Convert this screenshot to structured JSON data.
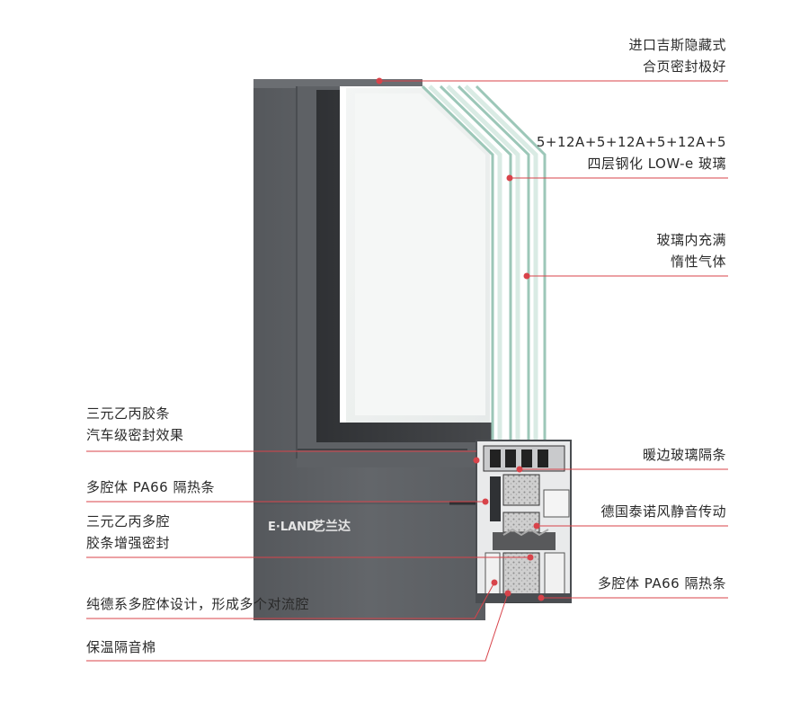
{
  "colors": {
    "frame": "#5f6266",
    "frame_dark": "#4a4d51",
    "frame_light": "#7a7d82",
    "glass": "#eef1f0",
    "glass_edge": "#9cc7b8",
    "accent_line": "#d8434a",
    "dot": "#d8434a",
    "text": "#2a2a2a"
  },
  "brand": {
    "logo_latin": "E·LAND",
    "logo_cn": "艺兰达"
  },
  "right_labels": [
    {
      "lines": [
        "进口吉斯隐藏式",
        "合页密封极好"
      ]
    },
    {
      "lines": [
        "5+12A+5+12A+5+12A+5",
        "四层钢化 LOW-e 玻璃"
      ]
    },
    {
      "lines": [
        "玻璃内充满",
        "惰性气体"
      ]
    },
    {
      "lines": [
        "暖边玻璃隔条"
      ]
    },
    {
      "lines": [
        "德国泰诺风静音传动"
      ]
    },
    {
      "lines": [
        "多腔体 PA66 隔热条"
      ]
    }
  ],
  "left_labels": [
    {
      "lines": [
        "三元乙丙胶条",
        "汽车级密封效果"
      ]
    },
    {
      "lines": [
        "多腔体 PA66 隔热条"
      ]
    },
    {
      "lines": [
        "三元乙丙多腔",
        "胶条增强密封"
      ]
    },
    {
      "lines": [
        "纯德系多腔体设计，形成多个对流腔"
      ]
    },
    {
      "lines": [
        "保温隔音棉"
      ]
    }
  ]
}
